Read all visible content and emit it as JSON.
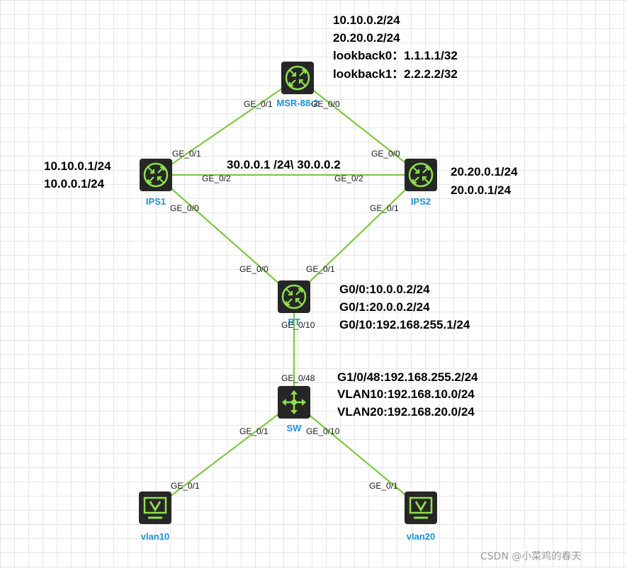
{
  "colors": {
    "link": "#7dc843",
    "device_bg": "#262626",
    "device_icon": "#8ee04a",
    "device_label": "#1e90d8"
  },
  "devices": {
    "msr": {
      "label": "MSR-88-2",
      "icon": "router-icon"
    },
    "ips1": {
      "label": "IPS1",
      "icon": "router-icon"
    },
    "ips2": {
      "label": "IPS2",
      "icon": "router-icon"
    },
    "rt": {
      "label": "RT",
      "icon": "router-icon"
    },
    "sw": {
      "label": "SW",
      "icon": "switch-icon"
    },
    "vlan10": {
      "label": "vlan10",
      "icon": "host-icon"
    },
    "vlan20": {
      "label": "vlan20",
      "icon": "host-icon"
    }
  },
  "ports": {
    "msr_left": "GE_0/1",
    "msr_right": "GE_0/0",
    "ips1_top": "GE_0/1",
    "ips1_right": "GE_0/2",
    "ips1_bottom": "GE_0/0",
    "ips2_top": "GE_0/0",
    "ips2_left": "GE_0/2",
    "ips2_bottom": "GE_0/1",
    "rt_left": "GE_0/0",
    "rt_right": "GE_0/1",
    "rt_bottom": "GE_0/10",
    "sw_top": "GE_0/48",
    "sw_left": "GE_0/1",
    "sw_right": "GE_0/10",
    "vlan10_port": "GE_0/1",
    "vlan20_port": "GE_0/1"
  },
  "annotations": {
    "msr": [
      "10.10.0.2/24",
      "20.20.0.2/24",
      "lookback0：1.1.1.1/32",
      "lookback1：2.2.2.2/32"
    ],
    "ips1": [
      "10.10.0.1/24",
      "10.0.0.1/24"
    ],
    "ips2": [
      "20.20.0.1/24",
      "20.0.0.1/24"
    ],
    "ips_link": "30.0.0.1 /24\\ 30.0.0.2",
    "rt": [
      "G0/0:10.0.0.2/24",
      "G0/1:20.0.0.2/24",
      "G0/10:192.168.255.1/24"
    ],
    "sw": [
      "G1/0/48:192.168.255.2/24",
      "VLAN10:192.168.10.0/24",
      "VLAN20:192.168.20.0/24"
    ]
  },
  "watermark": "CSDN @小菜鸡的春天"
}
